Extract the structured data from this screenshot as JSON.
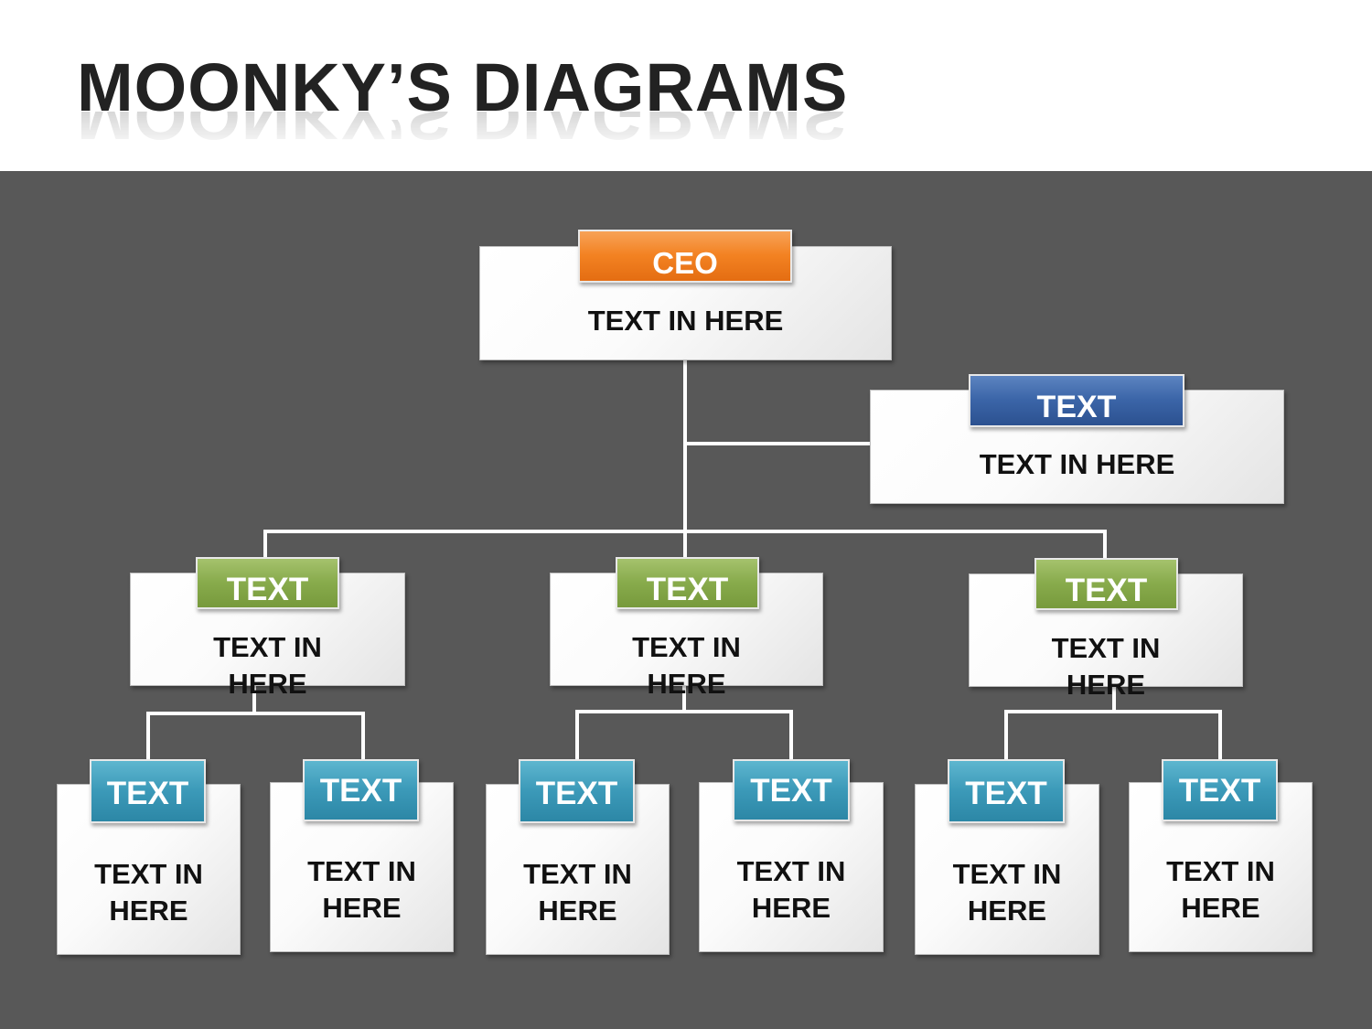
{
  "title": "MOONKY’S DIAGRAMS",
  "colors": {
    "background": "#585858",
    "ceo_tag": "#f38222",
    "assistant_tag": "#3b65a8",
    "manager_tag": "#88ab4c",
    "staff_tag": "#3c9ab9",
    "connector": "#ffffff"
  },
  "ceo": {
    "tag": "CEO",
    "text": "TEXT IN HERE"
  },
  "assistant": {
    "tag": "TEXT",
    "text": "TEXT IN HERE"
  },
  "managers": [
    {
      "tag": "TEXT",
      "text_line1": "TEXT IN",
      "text_line2": "HERE"
    },
    {
      "tag": "TEXT",
      "text_line1": "TEXT IN",
      "text_line2": "HERE"
    },
    {
      "tag": "TEXT",
      "text_line1": "TEXT IN",
      "text_line2": "HERE"
    }
  ],
  "staff": [
    {
      "tag": "TEXT",
      "text_line1": "TEXT IN",
      "text_line2": "HERE"
    },
    {
      "tag": "TEXT",
      "text_line1": "TEXT IN",
      "text_line2": "HERE"
    },
    {
      "tag": "TEXT",
      "text_line1": "TEXT IN",
      "text_line2": "HERE"
    },
    {
      "tag": "TEXT",
      "text_line1": "TEXT IN",
      "text_line2": "HERE"
    },
    {
      "tag": "TEXT",
      "text_line1": "TEXT IN",
      "text_line2": "HERE"
    },
    {
      "tag": "TEXT",
      "text_line1": "TEXT IN",
      "text_line2": "HERE"
    }
  ]
}
